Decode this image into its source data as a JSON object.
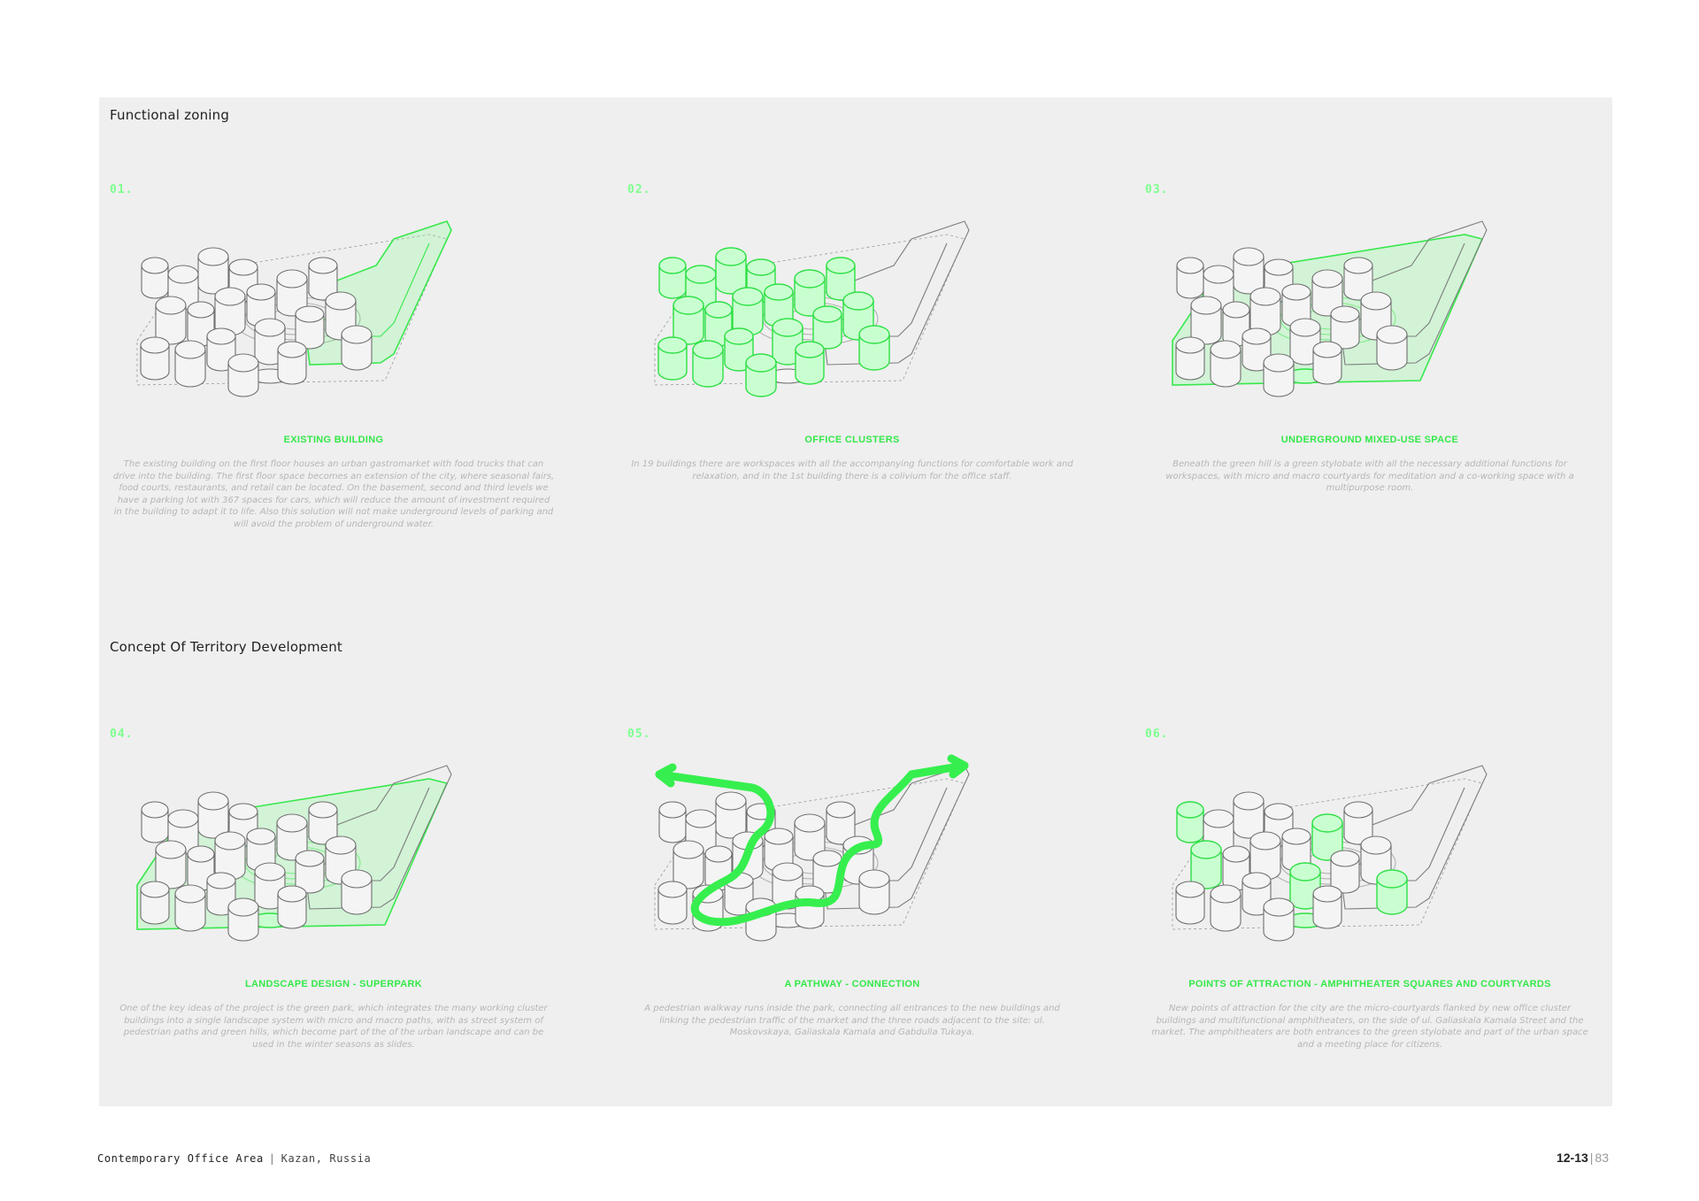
{
  "sections": [
    {
      "title": "Functional zoning"
    },
    {
      "title": "Concept Of Territory Development"
    }
  ],
  "items": [
    {
      "num": "01.",
      "title": "EXISTING BUILDING",
      "text": "The existing building on the first floor houses an urban gastromarket with food trucks that can drive into the building. The first floor space becomes an extension of the city, where seasonal fairs, food courts, restaurants, and retail can be located. On the basement, second and third levels we have a parking lot with 367 spaces for cars, which will reduce the amount of investment required in the building to adapt it to life. Also this solution will not make underground levels of parking and will avoid the problem of underground water."
    },
    {
      "num": "02.",
      "title": "OFFICE CLUSTERS",
      "text": "In 19 buildings there are workspaces with all the accompanying functions for comfortable work and relaxation, and in the 1st building there is a colivium for the office staff."
    },
    {
      "num": "03.",
      "title": "UNDERGROUND MIXED-USE SPACE",
      "text": "Beneath the green hill is a green stylobate with all the necessary additional functions for workspaces, with micro and macro courtyards for meditation and a co-working space with a multipurpose room."
    },
    {
      "num": "04.",
      "title": "LANDSCAPE DESIGN - SUPERPARK",
      "text": "One of the key ideas of the project is the green park, which integrates the many working cluster buildings into a single landscape system with micro and macro paths, with as street system of pedestrian paths and green hills, which become part of the of the urban landscape and can be used in the winter seasons as slides."
    },
    {
      "num": "05.",
      "title": "A PATHWAY - CONNECTION",
      "text": "A pedestrian walkway runs inside the park, connecting all entrances to the new buildings and linking the pedestrian traffic of the market and the three roads adjacent to the site: ul. Moskovskaya, Galiaskala Kamala and Gabdulla Tukaya."
    },
    {
      "num": "06.",
      "title": "POINTS OF ATTRACTION - AMPHITHEATER SQUARES AND COURTYARDS",
      "text": "New points of attraction for the city are the micro-courtyards flanked by new office cluster buildings and multifunctional amphitheaters, on the side of ul. Galiaskala Kamala Street and the market. The amphitheaters are both entrances to the green stylobate and part of the urban space and a meeting place for citizens."
    }
  ],
  "footer": {
    "project": "Contemporary Office Area",
    "separator": "|",
    "location": "Kazan, Russia",
    "pages": "12-13",
    "bar": "|",
    "page": "83"
  },
  "colors": {
    "accent": "#38e84d",
    "panel": "#efefef",
    "caption": "#b6b6b6"
  },
  "icons": [
    "isometric-site-diagram"
  ]
}
